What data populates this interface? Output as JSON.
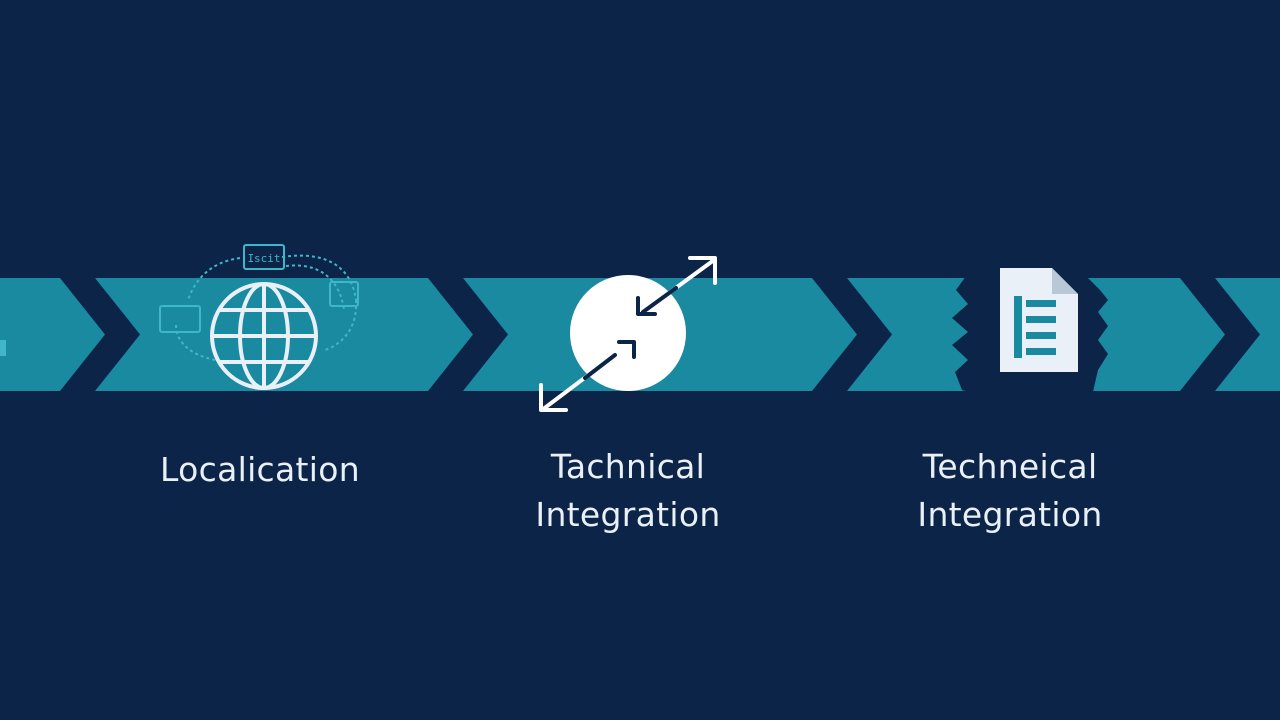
{
  "colors": {
    "background": "#0c2447",
    "band": "#1a8aa0",
    "chevron_notch": "#0c2447",
    "icon_light": "#e9f0f7",
    "icon_dotted": "#3fb6c9"
  },
  "steps": [
    {
      "icon": "globe-icon",
      "label_lines": [
        "Localication"
      ]
    },
    {
      "icon": "exchange-arrows-icon",
      "label_lines": [
        "Tachnical",
        "Integration"
      ]
    },
    {
      "icon": "document-icon",
      "label_lines": [
        "Techneical",
        "Integration"
      ]
    }
  ],
  "icon_text": {
    "tag": "Iscit"
  }
}
